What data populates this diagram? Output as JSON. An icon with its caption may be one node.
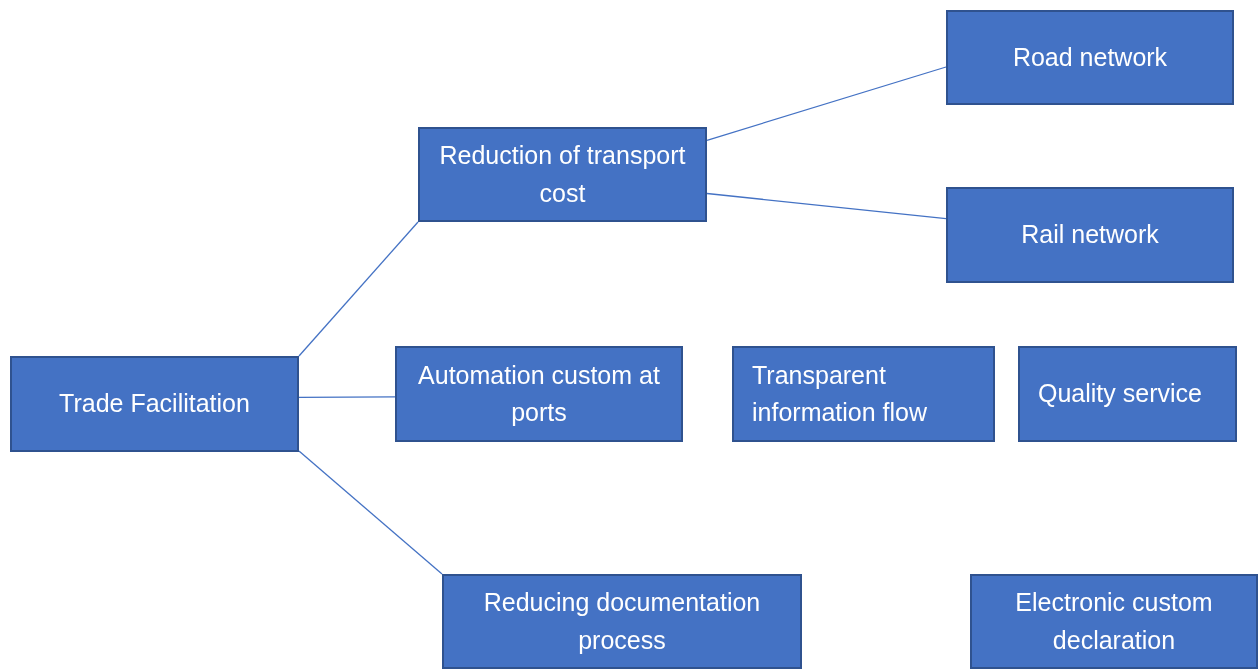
{
  "diagram": {
    "nodes": [
      {
        "text": [
          "Trade Facilitation"
        ]
      },
      {
        "text": [
          "Reduction of transport cost"
        ]
      },
      {
        "text": [
          "Road network"
        ]
      },
      {
        "text": [
          "Rail network"
        ]
      },
      {
        "text": [
          "Automation custom at ports"
        ]
      },
      {
        "text": [
          "Transparent information flow"
        ]
      },
      {
        "text": [
          "Quality service"
        ]
      },
      {
        "text": [
          "Reducing documentation process"
        ]
      },
      {
        "text": [
          "Electronic custom declaration"
        ]
      }
    ],
    "edges": [
      {
        "from": 0,
        "to": 1,
        "arrow": "none"
      },
      {
        "from": 1,
        "to": 2,
        "arrow": "none"
      },
      {
        "from": 1,
        "to": 3,
        "arrow": "none"
      },
      {
        "from": 0,
        "to": 4,
        "arrow": "none"
      },
      {
        "from": 0,
        "to": 7,
        "arrow": "none"
      }
    ]
  }
}
